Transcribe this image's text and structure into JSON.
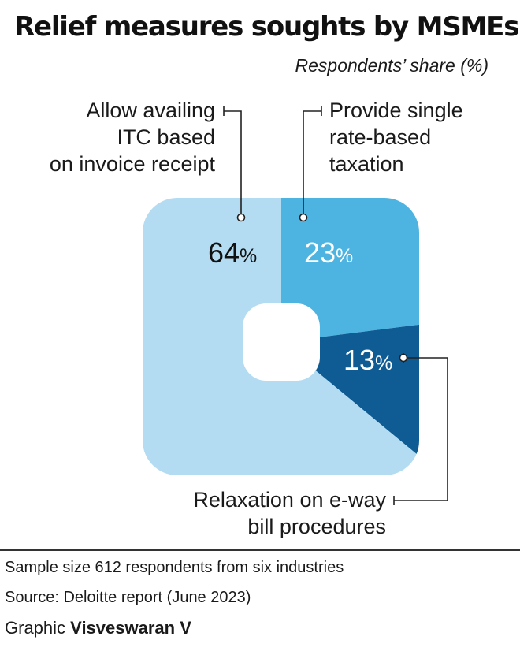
{
  "header": {
    "title": "Relief measures soughts by MSMEs",
    "subtitle": "Respondents’ share (%)"
  },
  "chart_data": {
    "type": "pie",
    "title": "Relief measures soughts by MSMEs",
    "subtitle": "Respondents’ share (%)",
    "categories": [
      "Allow availing ITC based on invoice receipt",
      "Provide single rate-based taxation",
      "Relaxation on e-way bill procedures"
    ],
    "label_lines": [
      [
        "Allow availing",
        "ITC based",
        "on invoice receipt"
      ],
      [
        "Provide single",
        "rate-based",
        "taxation"
      ],
      [
        "Relaxation on e-way",
        "bill procedures"
      ]
    ],
    "values": [
      64,
      23,
      13
    ],
    "value_suffix": "%",
    "colors": [
      "#b3dcf2",
      "#4db3e0",
      "#0f5b93"
    ],
    "label_colors": [
      "#111111",
      "#ffffff",
      "#ffffff"
    ]
  },
  "footer": {
    "sample": "Sample size 612 respondents from six industries",
    "source": "Source: Deloitte report (June 2023)",
    "credit_prefix": "Graphic",
    "credit_name": "Visveswaran V"
  }
}
